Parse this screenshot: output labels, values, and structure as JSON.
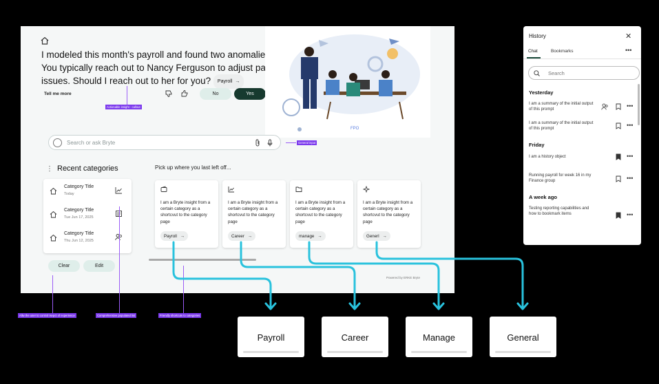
{
  "headline": {
    "text": "I modeled this month's payroll and found two anomalies. You typically reach out to Nancy Ferguson to adjust payroll issues. Should I reach out to her for you?",
    "chip_label": "Payroll"
  },
  "actions": {
    "tell_me_more": "Tell me more",
    "no": "No",
    "yes": "Yes"
  },
  "illustration": {
    "label": "FPO"
  },
  "search": {
    "placeholder": "Search or ask Bryte"
  },
  "recent": {
    "title": "Recent categories",
    "items": [
      {
        "title": "Category Title",
        "date": "Today",
        "icon": "line-chart-icon"
      },
      {
        "title": "Category Title",
        "date": "Tue Jun 17, 2025",
        "icon": "document-icon"
      },
      {
        "title": "Category Title",
        "date": "Thu Jun 12, 2025",
        "icon": "people-icon"
      }
    ],
    "clear": "Clear",
    "edit": "Edit"
  },
  "pickup": {
    "title": "Pick up where you last left off...",
    "cards": [
      {
        "icon": "wallet-icon",
        "text": "I am a Bryte insight from a certain category as a shortcvut to the category page",
        "chip": "Payroll"
      },
      {
        "icon": "line-chart-icon",
        "text": "I am a Bryte insight from a certain category as a shortcvut to the category page",
        "chip": "Career"
      },
      {
        "icon": "folder-icon",
        "text": "I am a Bryte insight from a certain category as a shortcvut to the category page",
        "chip": "manage"
      },
      {
        "icon": "sparkle-icon",
        "text": "I am a Bryte insight from a certain category as a shortcvut to the category page",
        "chip": "Generl"
      }
    ]
  },
  "powered_by": "Powered by ERKE Bryte",
  "annotations": {
    "actionable": "Actionable insight - callout",
    "general_input": "General input",
    "control": "Allw the user to control isepct of experience",
    "populated": "Comprehensive populated list",
    "shortcuts": "Friendly shortcuts to categories"
  },
  "history": {
    "title": "History",
    "tabs": [
      "Chat",
      "Bookmarks"
    ],
    "search_placeholder": "Search",
    "sections": [
      {
        "label": "Yesterday",
        "items": [
          {
            "text": "I am a summary of the initial output of this prompt",
            "person": true,
            "bookmarked": false
          },
          {
            "text": "I am a summary of the initial output of this prompt",
            "person": false,
            "bookmarked": false
          }
        ]
      },
      {
        "label": "Friday",
        "items": [
          {
            "text": "I am a history object",
            "person": false,
            "bookmarked": true
          },
          {
            "text": "Running payroll for week 16 in my Finance group",
            "person": false,
            "bookmarked": false
          }
        ]
      },
      {
        "label": "A week ago",
        "items": [
          {
            "text": "Testing reporting capabilities and how to bookmark items",
            "person": false,
            "bookmarked": true
          }
        ]
      }
    ]
  },
  "destinations": [
    "Payroll",
    "Career",
    "Manage",
    "General"
  ],
  "colors": {
    "accent_dark": "#173a2f",
    "accent_light": "#dfeeea",
    "flow_arrow": "#29c2dd",
    "annotation": "#7c3aed"
  }
}
